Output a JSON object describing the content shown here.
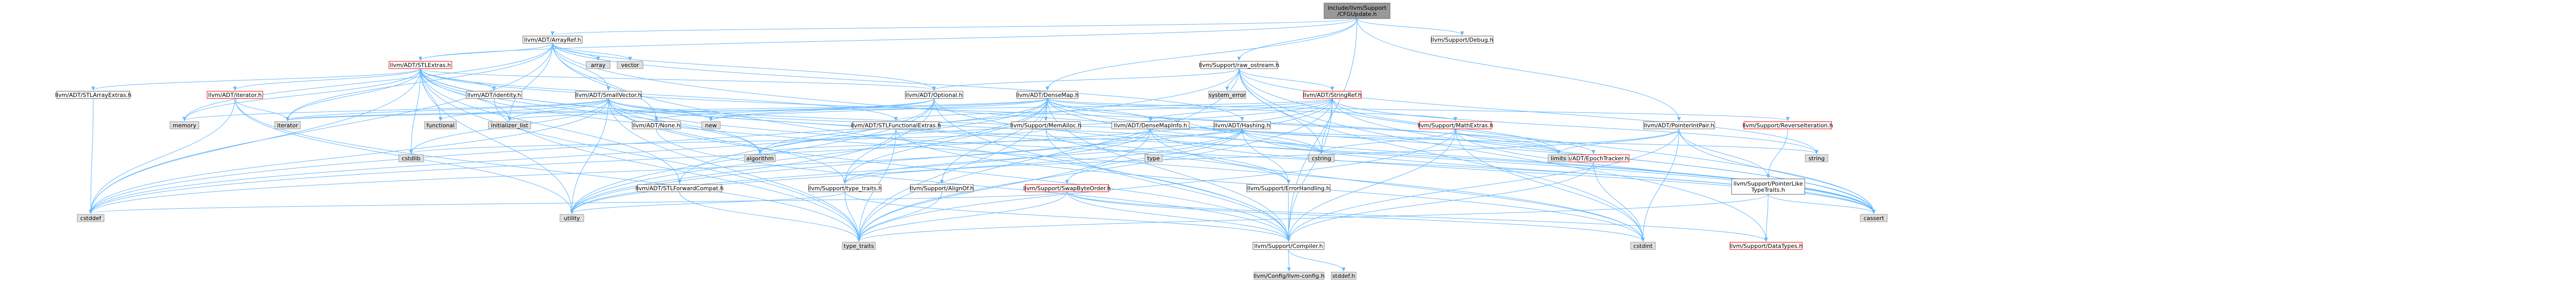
{
  "colors": {
    "root_fill": "#999999",
    "doc_fill": "#ffffff",
    "doc_stroke": "#666666",
    "sys_fill": "#e0e0e0",
    "sys_stroke": "#999999",
    "red_stroke": "#ff0000",
    "edge": "#63B8FF",
    "text": "#000000"
  },
  "nodes": [
    {
      "id": "root",
      "lines": [
        "include/llvm/Support",
        "/CFGUpdate.h"
      ],
      "kind": "root"
    },
    {
      "id": "arrayref",
      "lines": [
        "llvm/ADT/ArrayRef.h"
      ],
      "kind": "doc"
    },
    {
      "id": "debug",
      "lines": [
        "llvm/Support/Debug.h"
      ],
      "kind": "doc"
    },
    {
      "id": "rawostream",
      "lines": [
        "llvm/Support/raw_ostream.h"
      ],
      "kind": "doc"
    },
    {
      "id": "stlextras",
      "lines": [
        "llvm/ADT/STLExtras.h"
      ],
      "kind": "red"
    },
    {
      "id": "array",
      "lines": [
        "array"
      ],
      "kind": "sys"
    },
    {
      "id": "vector",
      "lines": [
        "vector"
      ],
      "kind": "sys"
    },
    {
      "id": "stlarrayextras",
      "lines": [
        "llvm/ADT/STLArrayExtras.h"
      ],
      "kind": "doc"
    },
    {
      "id": "iterator",
      "lines": [
        "llvm/ADT/iterator.h"
      ],
      "kind": "red"
    },
    {
      "id": "identity",
      "lines": [
        "llvm/ADT/identity.h"
      ],
      "kind": "doc"
    },
    {
      "id": "smallvector",
      "lines": [
        "llvm/ADT/SmallVector.h"
      ],
      "kind": "doc"
    },
    {
      "id": "optional",
      "lines": [
        "llvm/ADT/Optional.h"
      ],
      "kind": "doc"
    },
    {
      "id": "densemap",
      "lines": [
        "llvm/ADT/DenseMap.h"
      ],
      "kind": "doc"
    },
    {
      "id": "stringref",
      "lines": [
        "llvm/ADT/StringRef.h"
      ],
      "kind": "red"
    },
    {
      "id": "systemerror",
      "lines": [
        "system_error"
      ],
      "kind": "sys"
    },
    {
      "id": "pointerintpair",
      "lines": [
        "llvm/ADT/PointerIntPair.h"
      ],
      "kind": "doc"
    },
    {
      "id": "reverseiteration",
      "lines": [
        "llvm/Support/ReverseIteration.h"
      ],
      "kind": "red"
    },
    {
      "id": "memory",
      "lines": [
        "memory"
      ],
      "kind": "sys"
    },
    {
      "id": "iteratorstd",
      "lines": [
        "iterator"
      ],
      "kind": "sys"
    },
    {
      "id": "functional",
      "lines": [
        "functional"
      ],
      "kind": "sys"
    },
    {
      "id": "initializerlist",
      "lines": [
        "initializer_list"
      ],
      "kind": "sys"
    },
    {
      "id": "new",
      "lines": [
        "new"
      ],
      "kind": "sys"
    },
    {
      "id": "none",
      "lines": [
        "llvm/ADT/None.h"
      ],
      "kind": "doc"
    },
    {
      "id": "stlfunctionalextras",
      "lines": [
        "llvm/ADT/STLFunctionalExtras.h"
      ],
      "kind": "doc"
    },
    {
      "id": "memalloc",
      "lines": [
        "llvm/Support/MemAlloc.h"
      ],
      "kind": "doc"
    },
    {
      "id": "densemapinfo",
      "lines": [
        "llvm/ADT/DenseMapInfo.h"
      ],
      "kind": "doc"
    },
    {
      "id": "hashing",
      "lines": [
        "llvm/ADT/Hashing.h"
      ],
      "kind": "doc"
    },
    {
      "id": "mathextras",
      "lines": [
        "llvm/Support/MathExtras.h"
      ],
      "kind": "red"
    },
    {
      "id": "epochtracker",
      "lines": [
        "llvm/ADT/EpochTracker.h"
      ],
      "kind": "red"
    },
    {
      "id": "cstdlib",
      "lines": [
        "cstdlib"
      ],
      "kind": "sys"
    },
    {
      "id": "algorithm",
      "lines": [
        "algorithm"
      ],
      "kind": "sys"
    },
    {
      "id": "stlforwardcompat",
      "lines": [
        "llvm/ADT/STLForwardCompat.h"
      ],
      "kind": "doc"
    },
    {
      "id": "typetraitsllvm",
      "lines": [
        "llvm/Support/type_traits.h"
      ],
      "kind": "doc"
    },
    {
      "id": "aligntof",
      "lines": [
        "llvm/Support/AlignOf.h"
      ],
      "kind": "doc"
    },
    {
      "id": "swapbyteorder",
      "lines": [
        "llvm/Support/SwapByteOrder.h"
      ],
      "kind": "red"
    },
    {
      "id": "typeinfo",
      "lines": [
        "type"
      ],
      "kind": "sys"
    },
    {
      "id": "errorhandling",
      "lines": [
        "llvm/Support/ErrorHandling.h"
      ],
      "kind": "doc"
    },
    {
      "id": "cstring",
      "lines": [
        "cstring"
      ],
      "kind": "sys"
    },
    {
      "id": "limits",
      "lines": [
        "limits"
      ],
      "kind": "sys"
    },
    {
      "id": "string",
      "lines": [
        "string"
      ],
      "kind": "sys"
    },
    {
      "id": "pointerliketypetraits",
      "lines": [
        "llvm/Support/PointerLike",
        "TypeTraits.h"
      ],
      "kind": "doc"
    },
    {
      "id": "cstddef",
      "lines": [
        "cstddef"
      ],
      "kind": "sys"
    },
    {
      "id": "utility",
      "lines": [
        "utility"
      ],
      "kind": "sys"
    },
    {
      "id": "typetraits",
      "lines": [
        "type_traits"
      ],
      "kind": "sys"
    },
    {
      "id": "compiler",
      "lines": [
        "llvm/Support/Compiler.h"
      ],
      "kind": "doc"
    },
    {
      "id": "cstdint",
      "lines": [
        "cstdint"
      ],
      "kind": "sys"
    },
    {
      "id": "datatypes",
      "lines": [
        "llvm/Support/DataTypes.h"
      ],
      "kind": "red"
    },
    {
      "id": "cassert",
      "lines": [
        "cassert"
      ],
      "kind": "sys"
    },
    {
      "id": "llvmconfig",
      "lines": [
        "llvm/Config/llvm-config.h"
      ],
      "kind": "sys"
    },
    {
      "id": "stddef",
      "lines": [
        "stddef.h"
      ],
      "kind": "sys"
    }
  ],
  "edges": [
    [
      "root",
      "arrayref"
    ],
    [
      "root",
      "debug"
    ],
    [
      "root",
      "rawostream"
    ],
    [
      "root",
      "densemap"
    ],
    [
      "root",
      "pointerintpair"
    ],
    [
      "root",
      "stlextras"
    ],
    [
      "root",
      "compiler"
    ],
    [
      "arrayref",
      "stlextras"
    ],
    [
      "arrayref",
      "array"
    ],
    [
      "arrayref",
      "vector"
    ],
    [
      "arrayref",
      "smallvector"
    ],
    [
      "arrayref",
      "none"
    ],
    [
      "arrayref",
      "compiler"
    ],
    [
      "arrayref",
      "optional"
    ],
    [
      "arrayref",
      "iteratorstd"
    ],
    [
      "arrayref",
      "memory"
    ],
    [
      "arrayref",
      "cstddef"
    ],
    [
      "arrayref",
      "initializerlist"
    ],
    [
      "arrayref",
      "cassert"
    ],
    [
      "arrayref",
      "hashing"
    ],
    [
      "stlextras",
      "stlarrayextras"
    ],
    [
      "stlextras",
      "iterator"
    ],
    [
      "stlextras",
      "identity"
    ],
    [
      "stlextras",
      "optional"
    ],
    [
      "stlextras",
      "stlforwardcompat"
    ],
    [
      "stlextras",
      "stlfunctionalextras"
    ],
    [
      "stlextras",
      "errorhandling"
    ],
    [
      "stlextras",
      "algorithm"
    ],
    [
      "stlextras",
      "cassert"
    ],
    [
      "stlextras",
      "cstddef"
    ],
    [
      "stlextras",
      "cstdint"
    ],
    [
      "stlextras",
      "cstdlib"
    ],
    [
      "stlextras",
      "functional"
    ],
    [
      "stlextras",
      "initializerlist"
    ],
    [
      "stlextras",
      "iteratorstd"
    ],
    [
      "stlextras",
      "limits"
    ],
    [
      "stlextras",
      "memory"
    ],
    [
      "stlextras",
      "tuple"
    ],
    [
      "stlextras",
      "typetraits"
    ],
    [
      "stlextras",
      "utility"
    ],
    [
      "stlarrayextras",
      "cstddef"
    ],
    [
      "iterator",
      "iteratorstd"
    ],
    [
      "iterator",
      "cstddef"
    ],
    [
      "iterator",
      "typetraits"
    ],
    [
      "iterator",
      "utility"
    ],
    [
      "smallvector",
      "compiler"
    ],
    [
      "smallvector",
      "typetraitsllvm"
    ],
    [
      "smallvector",
      "algorithm"
    ],
    [
      "smallvector",
      "cassert"
    ],
    [
      "smallvector",
      "cstddef"
    ],
    [
      "smallvector",
      "cstdlib"
    ],
    [
      "smallvector",
      "cstring"
    ],
    [
      "smallvector",
      "functional"
    ],
    [
      "smallvector",
      "initializerlist"
    ],
    [
      "smallvector",
      "iteratorstd"
    ],
    [
      "smallvector",
      "limits"
    ],
    [
      "smallvector",
      "memory"
    ],
    [
      "smallvector",
      "new"
    ],
    [
      "smallvector",
      "typetraits"
    ],
    [
      "smallvector",
      "utility"
    ],
    [
      "optional",
      "none"
    ],
    [
      "optional",
      "stlforwardcompat"
    ],
    [
      "optional",
      "compiler"
    ],
    [
      "optional",
      "typetraitsllvm"
    ],
    [
      "optional",
      "cassert"
    ],
    [
      "optional",
      "new"
    ],
    [
      "optional",
      "utility"
    ],
    [
      "densemap",
      "densemapinfo"
    ],
    [
      "densemap",
      "epochtracker"
    ],
    [
      "densemap",
      "aligntof"
    ],
    [
      "densemap",
      "compiler"
    ],
    [
      "densemap",
      "mathextras"
    ],
    [
      "densemap",
      "memalloc"
    ],
    [
      "densemap",
      "reverseiteration"
    ],
    [
      "densemap",
      "typetraitsllvm"
    ],
    [
      "densemap",
      "algorithm"
    ],
    [
      "densemap",
      "cassert"
    ],
    [
      "densemap",
      "cstddef"
    ],
    [
      "densemap",
      "cstring"
    ],
    [
      "densemap",
      "initializerlist"
    ],
    [
      "densemap",
      "iteratorstd"
    ],
    [
      "densemap",
      "new"
    ],
    [
      "densemap",
      "typetraits"
    ],
    [
      "densemap",
      "utility"
    ],
    [
      "rawostream",
      "stringref"
    ],
    [
      "rawostream",
      "datatypes"
    ],
    [
      "rawostream",
      "cassert"
    ],
    [
      "rawostream",
      "cstddef"
    ],
    [
      "rawostream",
      "cstdint"
    ],
    [
      "rawostream",
      "cstring"
    ],
    [
      "rawostream",
      "optional"
    ],
    [
      "rawostream",
      "string"
    ],
    [
      "rawostream",
      "systemerror"
    ],
    [
      "rawostream",
      "typetraits"
    ],
    [
      "stringref",
      "stlfunctionalextras"
    ],
    [
      "stringref",
      "iteratorstd"
    ],
    [
      "stringref",
      "compiler"
    ],
    [
      "stringref",
      "algorithm"
    ],
    [
      "stringref",
      "cassert"
    ],
    [
      "stringref",
      "cstddef"
    ],
    [
      "stringref",
      "cstring"
    ],
    [
      "stringref",
      "limits"
    ],
    [
      "stringref",
      "string"
    ],
    [
      "stringref",
      "typetraits"
    ],
    [
      "stringref",
      "utility"
    ],
    [
      "stringref",
      "densemapinfo"
    ],
    [
      "pointerintpair",
      "compiler"
    ],
    [
      "pointerintpair",
      "pointerliketypetraits"
    ],
    [
      "pointerintpair",
      "typetraitsllvm"
    ],
    [
      "pointerintpair",
      "cassert"
    ],
    [
      "pointerintpair",
      "cstdint"
    ],
    [
      "pointerintpair",
      "limits"
    ],
    [
      "reverseiteration",
      "pointerliketypetraits"
    ],
    [
      "none",
      "compiler"
    ],
    [
      "stlfunctionalextras",
      "stlextras_back"
    ],
    [
      "stlfunctionalextras",
      "cstdint"
    ],
    [
      "stlfunctionalextras",
      "typetraits"
    ],
    [
      "stlfunctionalextras",
      "utility"
    ],
    [
      "memalloc",
      "compiler"
    ],
    [
      "memalloc",
      "errorhandling"
    ],
    [
      "memalloc",
      "cstdlib"
    ],
    [
      "densemapinfo",
      "hashing"
    ],
    [
      "densemapinfo",
      "cassert"
    ],
    [
      "densemapinfo",
      "cstddef"
    ],
    [
      "densemapinfo",
      "cstdint"
    ],
    [
      "densemapinfo",
      "tuple"
    ],
    [
      "densemapinfo",
      "typetraits"
    ],
    [
      "densemapinfo",
      "utility"
    ],
    [
      "hashing",
      "errorhandling"
    ],
    [
      "hashing",
      "swapbyteorder"
    ],
    [
      "hashing",
      "typetraitsllvm"
    ],
    [
      "hashing",
      "algorithm"
    ],
    [
      "hashing",
      "cassert"
    ],
    [
      "hashing",
      "cstring"
    ],
    [
      "hashing",
      "string"
    ],
    [
      "hashing",
      "tuple"
    ],
    [
      "hashing",
      "utility"
    ],
    [
      "mathextras",
      "compiler"
    ],
    [
      "mathextras",
      "cassert"
    ],
    [
      "mathextras",
      "climits"
    ],
    [
      "mathextras",
      "cmath"
    ],
    [
      "mathextras",
      "cstdint"
    ],
    [
      "mathextras",
      "cstring"
    ],
    [
      "mathextras",
      "limits"
    ],
    [
      "mathextras",
      "typetraits"
    ],
    [
      "epochtracker",
      "compiler"
    ],
    [
      "epochtracker",
      "cstdint"
    ],
    [
      "stlforwardcompat",
      "typetraits"
    ],
    [
      "typetraitsllvm",
      "compiler"
    ],
    [
      "typetraitsllvm",
      "typetraits"
    ],
    [
      "typetraitsllvm",
      "utility"
    ],
    [
      "aligntof",
      "typetraits"
    ],
    [
      "swapbyteorder",
      "compiler"
    ],
    [
      "swapbyteorder",
      "datatypes"
    ],
    [
      "swapbyteorder",
      "cstddef"
    ],
    [
      "swapbyteorder",
      "cstdint"
    ],
    [
      "swapbyteorder",
      "typetraits"
    ],
    [
      "errorhandling",
      "compiler"
    ],
    [
      "pointerliketypetraits",
      "datatypes"
    ],
    [
      "pointerliketypetraits",
      "cassert"
    ],
    [
      "pointerliketypetraits",
      "typetraits"
    ],
    [
      "compiler",
      "llvmconfig"
    ],
    [
      "compiler",
      "stddef"
    ],
    [
      "identity",
      "typetraits"
    ]
  ]
}
